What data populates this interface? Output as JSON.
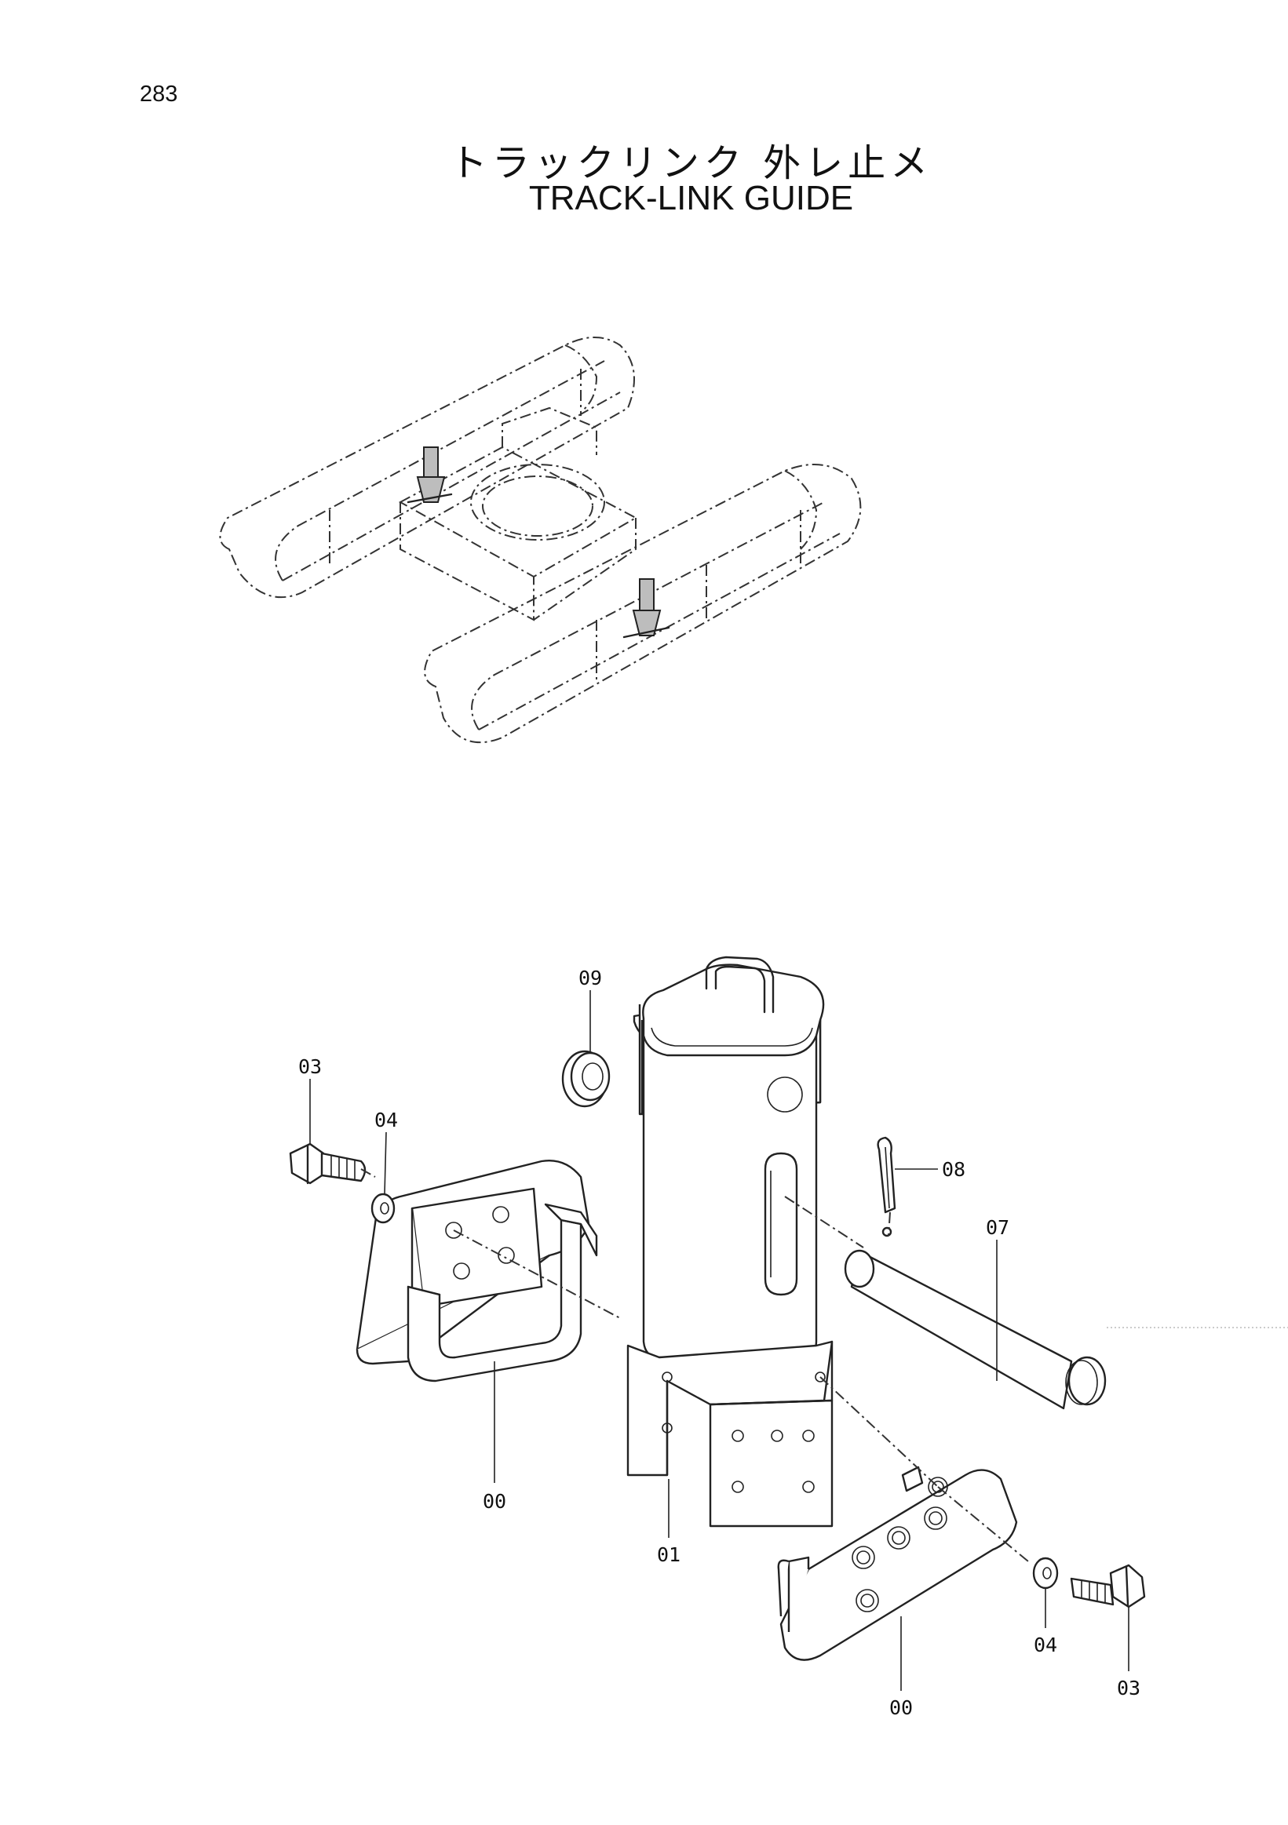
{
  "page": {
    "number": "283",
    "title_jp": "トラックリンク 外レ止メ",
    "title_en": "TRACK-LINK GUIDE"
  },
  "callouts": [
    {
      "id": "c09",
      "label": "09"
    },
    {
      "id": "c03a",
      "label": "03"
    },
    {
      "id": "c04a",
      "label": "04"
    },
    {
      "id": "c08",
      "label": "08"
    },
    {
      "id": "c07",
      "label": "07"
    },
    {
      "id": "c00a",
      "label": "00"
    },
    {
      "id": "c01",
      "label": "01"
    },
    {
      "id": "c04b",
      "label": "04"
    },
    {
      "id": "c03b",
      "label": "03"
    },
    {
      "id": "c00b",
      "label": "00"
    }
  ]
}
